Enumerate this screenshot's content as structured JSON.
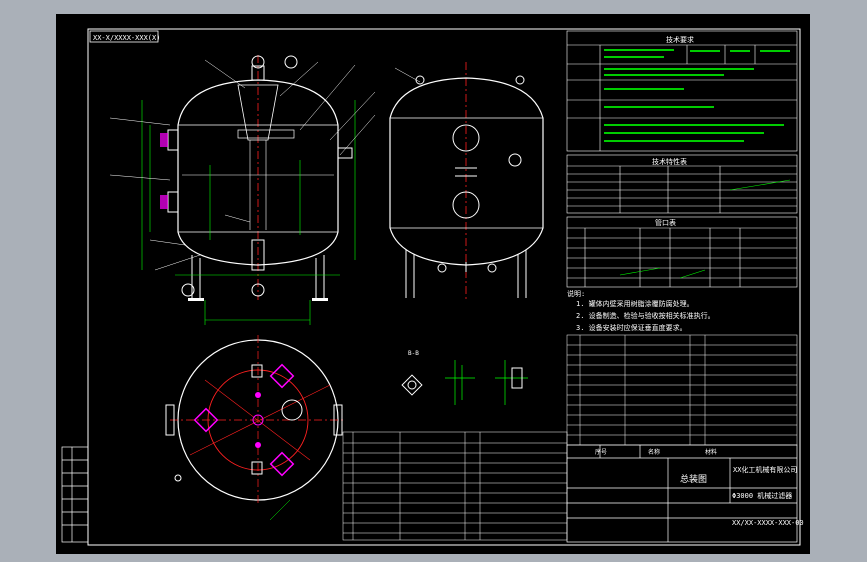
{
  "drawing": {
    "code_box": "XX-X/XXXX-XXX(X)",
    "tech_req_title": "技术要求",
    "tech_char_title": "技术特性表",
    "nozzle_title": "管口表",
    "notes_title": "说明:",
    "notes": [
      "1. 罐体内壁采用树脂涂覆防腐处理。",
      "2. 设备制造、检验与验收按相关标准执行。",
      "3. 设备安装时应保证垂直度要求。"
    ],
    "section_label": "B-B",
    "title_block": {
      "drawing_name": "总装图",
      "company": "XX化工机械有限公司",
      "product": "Φ3000 机械过滤器",
      "drawing_no": "XX/XX-XXXX-XXX-00",
      "labels": [
        "序号",
        "名称",
        "材料"
      ]
    },
    "colors": {
      "background": "#000000",
      "line": "#ffffff",
      "dimension": "#00ff00",
      "centerline": "#ff2020",
      "magenta": "#ff00ff",
      "frame": "#aab0b8",
      "cyan": "#00ffff",
      "yellow": "#ffff00"
    }
  }
}
